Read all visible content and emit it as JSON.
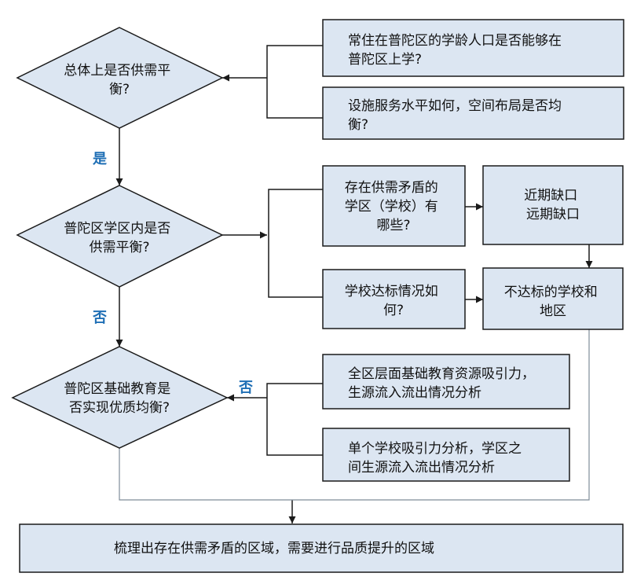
{
  "colors": {
    "node_fill": "#dce6f2",
    "node_stroke": "#1a1a1a",
    "connector": "#1a1a1a",
    "final_connector": "#7f8c99",
    "edge_label": "#1f6fb5"
  },
  "decisions": {
    "d1": [
      "总体上是否供需平",
      "衡?"
    ],
    "d2": [
      "普陀区学区内是否",
      "供需平衡?"
    ],
    "d3": [
      "普陀区基础教育是",
      "否实现优质均衡?"
    ]
  },
  "boxes": {
    "q1": [
      "常住在普陀区的学龄人口是否能够在",
      "普陀区上学?"
    ],
    "q2": [
      "设施服务水平如何，空间布局是否均",
      "衡?"
    ],
    "q3": [
      "存在供需矛盾的",
      "学区（学校）有",
      "哪些?"
    ],
    "q4": [
      "学校达标情况如",
      "何?"
    ],
    "r1": [
      "近期缺口",
      "远期缺口"
    ],
    "r2": [
      "不达标的学校和",
      "地区"
    ],
    "q5": [
      "全区层面基础教育资源吸引力，",
      "生源流入流出情况分析"
    ],
    "q6": [
      "单个学校吸引力分析，学区之",
      "间生源流入流出情况分析"
    ],
    "final": [
      "梳理出存在供需矛盾的区域，需要进行品质提升的区域"
    ]
  },
  "edge_labels": {
    "yes": "是",
    "no1": "否",
    "no2": "否"
  }
}
